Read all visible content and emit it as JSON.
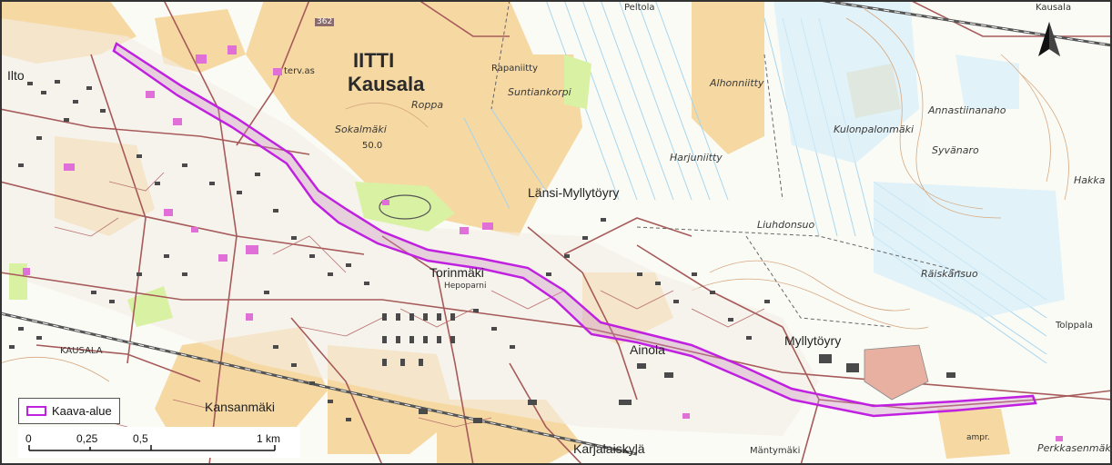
{
  "place_labels": {
    "iitti": "IITTI",
    "kausala_big": "Kausala",
    "lansi_myllytoyry": "Länsi-Myllytöyry",
    "torinmaki": "Torinmäki",
    "ainola": "Ainola",
    "myllytoyry": "Myllytöyry",
    "kansanmaki": "Kansanmäki",
    "karjalaiskyla": "Karjalaiskylä",
    "kausala_small": "KAUSALA",
    "ilto": "Ilto",
    "peltola": "Peltola",
    "rapaniitty": "Rapaniitty",
    "suntiankorpi": "Suntiankorpi",
    "alhonniitty": "Alhonniitty",
    "roppa": "Roppa",
    "sokalmaki": "Sokalmäki",
    "elev": "50.0",
    "harjuniitty": "Harjuniitty",
    "annastiinanaho": "Annastiinanaho",
    "kulonpalonmaki": "Kulonpalonmäki",
    "syvanaro": "Syvänaro",
    "hakka": "Hakka",
    "liuhdonsuo": "Liuhdonsuo",
    "raiskansuo": "Räiskänsuo",
    "tolppala": "Tolppala",
    "mantymaki": "Mäntymäki",
    "perkkasenmaki": "Perkkasenmäki",
    "hepoparni": "Hepoparni",
    "terv_as": "terv.as",
    "kausala_top": "Kausala",
    "road_362": "362",
    "ampr": "ampr."
  },
  "legend": {
    "label": "Kaava-alue",
    "color": "#c020e0"
  },
  "scale": {
    "ticks": [
      "0",
      "0,25",
      "0,5",
      "1 km"
    ]
  },
  "north_arrow": {
    "icon": "north-arrow-icon"
  },
  "colors": {
    "background": "#fdfdf8",
    "field": "#f5d8a0",
    "forest": "#ffffff",
    "water_lines": "#9fd3ee",
    "roads": "#a05050",
    "buildings": "#444444",
    "public_buildings": "#e070d0",
    "park": "#d8f0a0",
    "zone": "#c020e0"
  }
}
